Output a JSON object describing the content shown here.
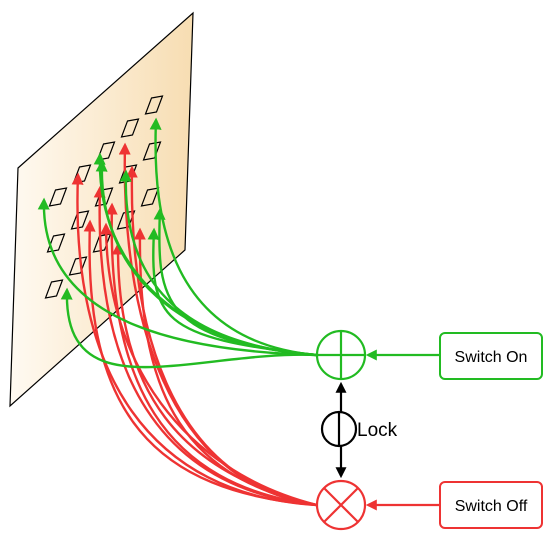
{
  "labels": {
    "switch_on": "Switch On",
    "switch_off": "Switch Off",
    "lock": "Lock"
  },
  "colors": {
    "on": "#22bb22",
    "off": "#ee3333",
    "lock": "#000000",
    "panel_edge": "#000000",
    "panel_fill_light": "#fffaf2",
    "panel_fill_dark": "#f7ddb2"
  },
  "nodes": {
    "on_junction": "circle-plus",
    "off_junction": "circle-cross",
    "lock_symbol": "circle-bar"
  }
}
